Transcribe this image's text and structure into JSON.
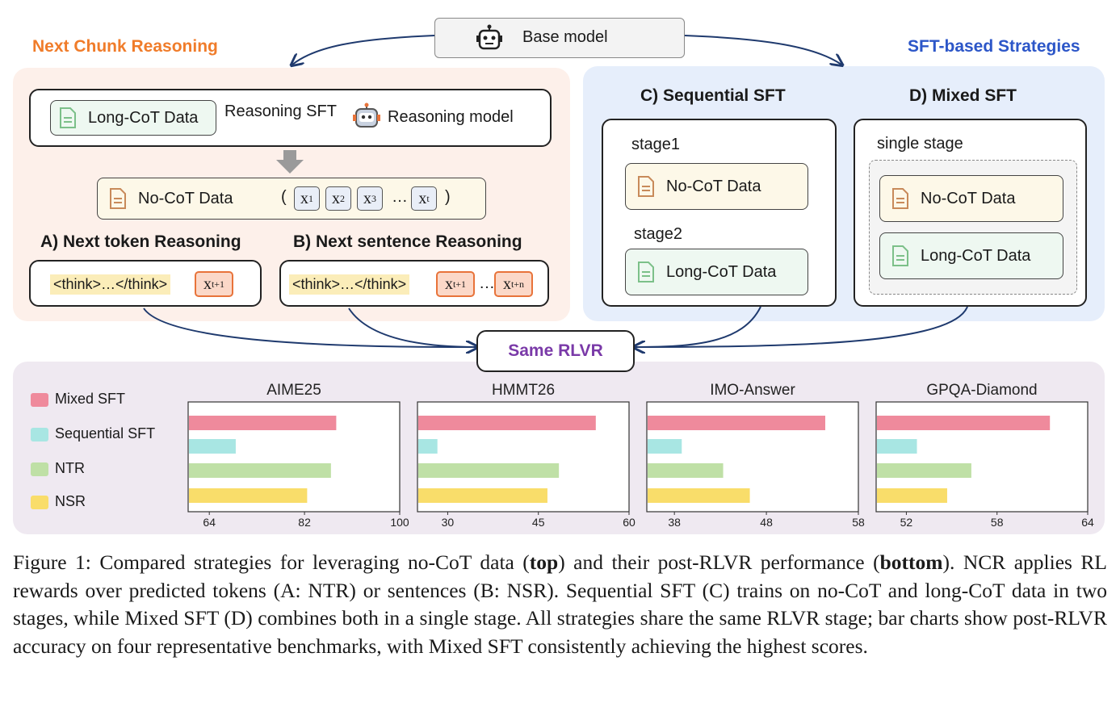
{
  "top": {
    "base_model": "Base model",
    "left_section_title": "Next Chunk Reasoning",
    "right_section_title": "SFT-based Strategies",
    "long_cot_data": "Long-CoT Data",
    "reasoning_sft": "Reasoning SFT",
    "reasoning_model": "Reasoning model",
    "no_cot_data": "No-CoT Data",
    "sequence_open": "(",
    "sequence_close": ")",
    "tokens": [
      "x",
      "x",
      "x",
      "x"
    ],
    "token_subs": [
      "1",
      "2",
      "3",
      "t"
    ],
    "ellipsis": "…",
    "a_title": "A) Next token Reasoning",
    "b_title": "B) Next sentence Reasoning",
    "think": "<think>…</think>",
    "a_target": "x",
    "a_target_sub": "t+1",
    "b_target1": "x",
    "b_target1_sub": "t+1",
    "b_target2": "x",
    "b_target2_sub": "t+n",
    "c_title": "C) Sequential SFT",
    "d_title": "D) Mixed SFT",
    "stage1": "stage1",
    "stage2": "stage2",
    "single_stage": "single stage",
    "same_rlvr": "Same RLVR",
    "colors": {
      "left_title": "#f07c2a",
      "right_title": "#2c56c8",
      "rlvr": "#7a3aa8",
      "left_panel": "#fdf0ea",
      "right_panel": "#e6eefb",
      "bottom_panel": "#efe9f1"
    }
  },
  "legend": [
    "Mixed SFT",
    "Sequential SFT",
    "NTR",
    "NSR"
  ],
  "chart_data": [
    {
      "type": "bar",
      "title": "AIME25",
      "orientation": "horizontal",
      "series": [
        {
          "name": "Mixed SFT",
          "values": [
            88
          ]
        },
        {
          "name": "Sequential SFT",
          "values": [
            69
          ]
        },
        {
          "name": "NTR",
          "values": [
            87
          ]
        },
        {
          "name": "NSR",
          "values": [
            82.5
          ]
        }
      ],
      "xlim": [
        60,
        100
      ],
      "xticks": [
        "64",
        "82",
        "100"
      ],
      "colors": [
        "#ef8a9c",
        "#a8e6e3",
        "#bfe0a6",
        "#f9dd6a"
      ]
    },
    {
      "type": "bar",
      "title": "HMMT26",
      "orientation": "horizontal",
      "series": [
        {
          "name": "Mixed SFT",
          "values": [
            54.5
          ]
        },
        {
          "name": "Sequential SFT",
          "values": [
            28.3
          ]
        },
        {
          "name": "NTR",
          "values": [
            48.4
          ]
        },
        {
          "name": "NSR",
          "values": [
            46.5
          ]
        }
      ],
      "xlim": [
        25,
        60
      ],
      "xticks": [
        "30",
        "45",
        "60"
      ],
      "colors": [
        "#ef8a9c",
        "#a8e6e3",
        "#bfe0a6",
        "#f9dd6a"
      ]
    },
    {
      "type": "bar",
      "title": "IMO-Answer",
      "orientation": "horizontal",
      "series": [
        {
          "name": "Mixed SFT",
          "values": [
            54.4
          ]
        },
        {
          "name": "Sequential SFT",
          "values": [
            38.8
          ]
        },
        {
          "name": "NTR",
          "values": [
            43.3
          ]
        },
        {
          "name": "NSR",
          "values": [
            46.2
          ]
        }
      ],
      "xlim": [
        35,
        58
      ],
      "xticks": [
        "38",
        "48",
        "58"
      ],
      "colors": [
        "#ef8a9c",
        "#a8e6e3",
        "#bfe0a6",
        "#f9dd6a"
      ]
    },
    {
      "type": "bar",
      "title": "GPQA-Diamond",
      "orientation": "horizontal",
      "series": [
        {
          "name": "Mixed SFT",
          "values": [
            61.5
          ]
        },
        {
          "name": "Sequential SFT",
          "values": [
            52.7
          ]
        },
        {
          "name": "NTR",
          "values": [
            56.3
          ]
        },
        {
          "name": "NSR",
          "values": [
            54.7
          ]
        }
      ],
      "xlim": [
        50,
        64
      ],
      "xticks": [
        "52",
        "58",
        "64"
      ],
      "colors": [
        "#ef8a9c",
        "#a8e6e3",
        "#bfe0a6",
        "#f9dd6a"
      ]
    }
  ],
  "caption": {
    "p1": "Figure 1: Compared strategies for leveraging no-CoT data (",
    "b1": "top",
    "p2": ") and their post-RLVR performance (",
    "b2": "bottom",
    "p3": "). NCR applies RL rewards over predicted tokens (A: NTR) or sentences (B: NSR). Sequential SFT (C) trains on no-CoT and long-CoT data in two stages, while Mixed SFT (D) combines both in a single stage. All strategies share the same RLVR stage; bar charts show post-RLVR accuracy on four representative benchmarks, with Mixed SFT consistently achieving the highest scores."
  }
}
